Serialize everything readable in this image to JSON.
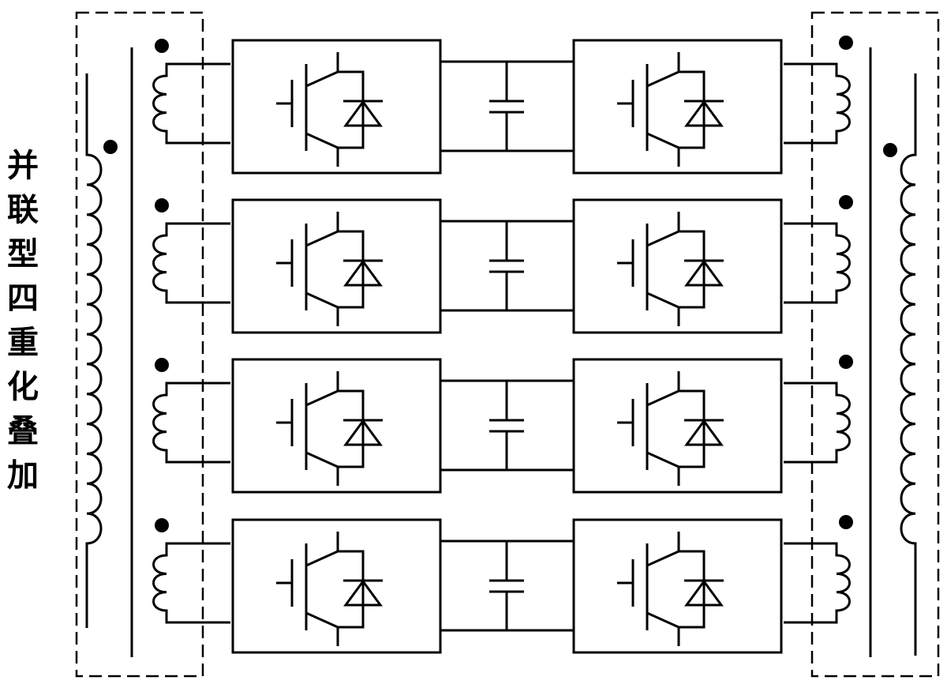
{
  "label": {
    "chars": [
      "并",
      "联",
      "型",
      "四",
      "重",
      "化",
      "叠",
      "加"
    ]
  },
  "diagram": {
    "stages": 4,
    "modules_per_stage": 2,
    "components": [
      "transformer",
      "IGBT",
      "diode",
      "capacitor",
      "coil"
    ]
  }
}
